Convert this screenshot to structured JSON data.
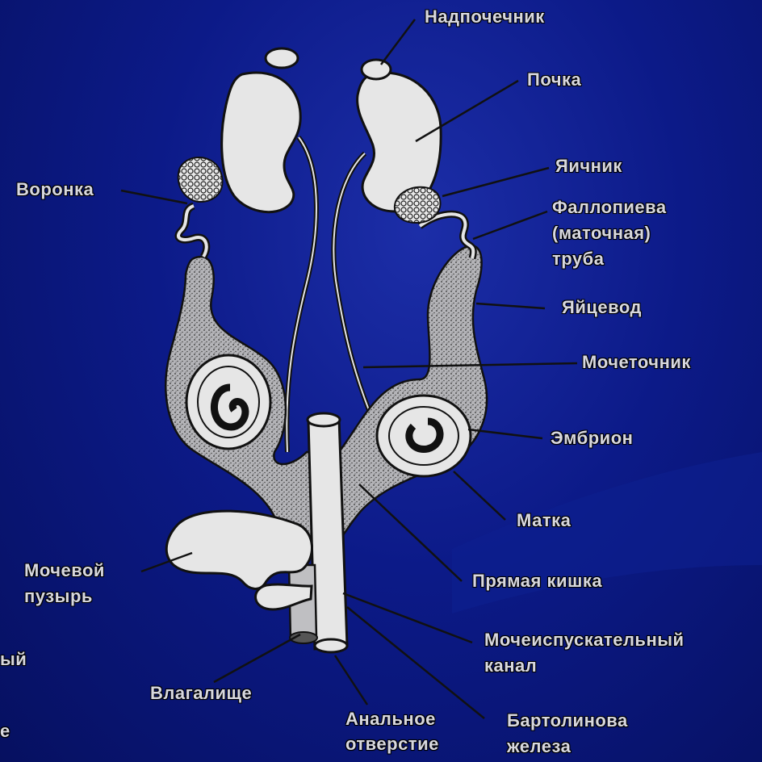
{
  "labels": {
    "adrenal": "Надпочечник",
    "kidney": "Почка",
    "ovary": "Яичник",
    "infundibulum": "Воронка",
    "fallopian_line1": "Фаллопиева",
    "fallopian_line2": "(маточная)",
    "fallopian_line3": "труба",
    "oviduct": "Яйцевод",
    "ureter": "Мочеточник",
    "embryo": "Эмбрион",
    "uterus": "Матка",
    "bladder_line1": "Мочевой",
    "bladder_line2": "пузырь",
    "rectum": "Прямая кишка",
    "urethra_line1": "Мочеиспускательный",
    "urethra_line2": "канал",
    "vagina": "Влагалище",
    "anus_line1": "Анальное",
    "anus_line2": "отверстие",
    "bartholin_line1": "Бартолинова",
    "bartholin_line2": "железа",
    "clipped_left1": "ый",
    "clipped_left2": "е"
  },
  "colors": {
    "background": "#0c1a88",
    "organ_fill": "#e6e6e6",
    "stipple_fill": "#9a9aa0",
    "outline": "#111111",
    "label_text": "#d8d8e0"
  }
}
